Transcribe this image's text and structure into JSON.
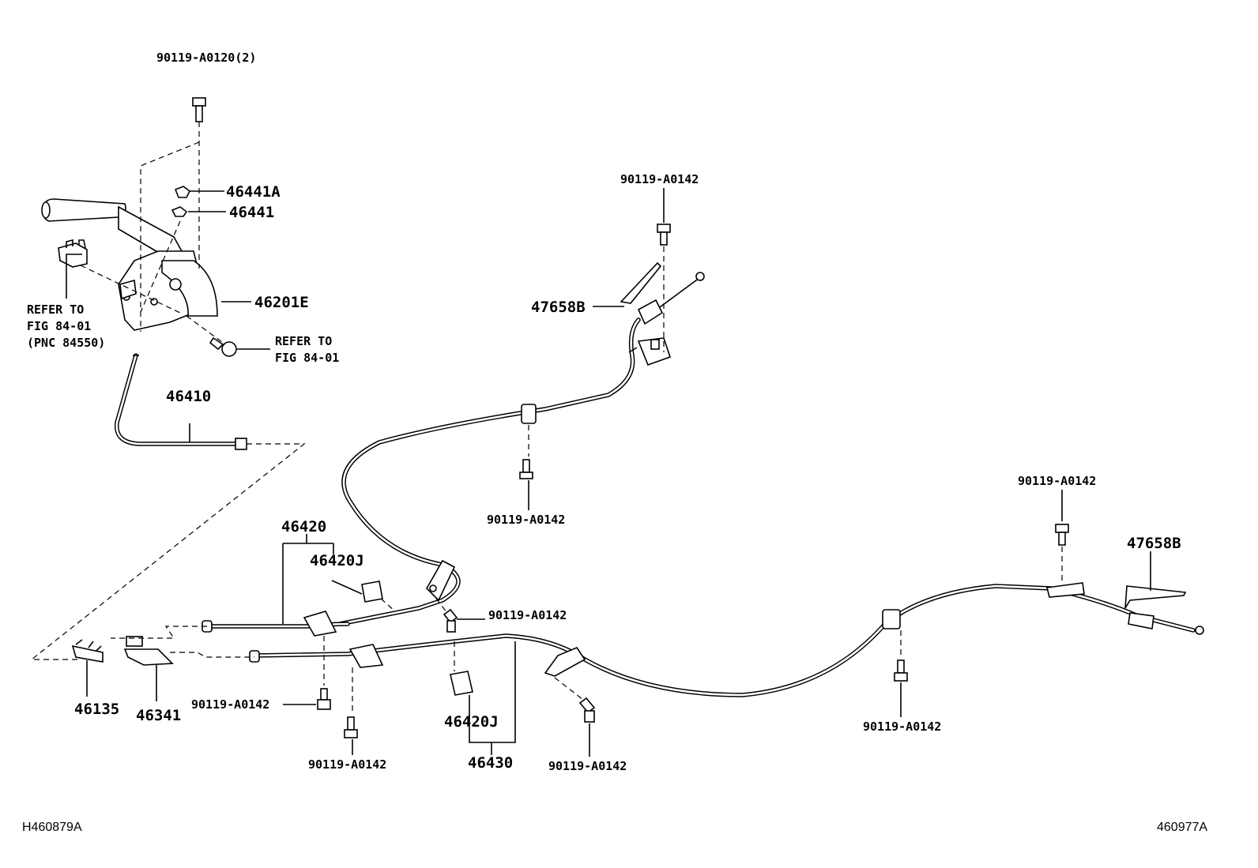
{
  "labels": {
    "bolt_top": "90119-A0120(2)",
    "p46441a": "46441A",
    "p46441": "46441",
    "p46201e": "46201E",
    "refer_left_1": "REFER TO",
    "refer_left_2": "FIG 84-01",
    "refer_left_3": "(PNC 84550)",
    "refer_right_1": "REFER TO",
    "refer_right_2": "FIG 84-01",
    "p46410": "46410",
    "bolt_upper_cable": "90119-A0142",
    "p47658b_left": "47658B",
    "bolt_mid_cable": "90119-A0142",
    "p46420": "46420",
    "p46420j_top": "46420J",
    "bolt_bracket": "90119-A0142",
    "bolt_right_top": "90119-A0142",
    "p47658b_right": "47658B",
    "p46135": "46135",
    "p46341": "46341",
    "bolt_left_lower": "90119-A0142",
    "bolt_bottom_left": "90119-A0142",
    "p46420j_bottom": "46420J",
    "p46430": "46430",
    "bolt_bottom_center": "90119-A0142",
    "bolt_right_bottom": "90119-A0142"
  },
  "codes": {
    "left": "H460879A",
    "right": "460977A"
  }
}
